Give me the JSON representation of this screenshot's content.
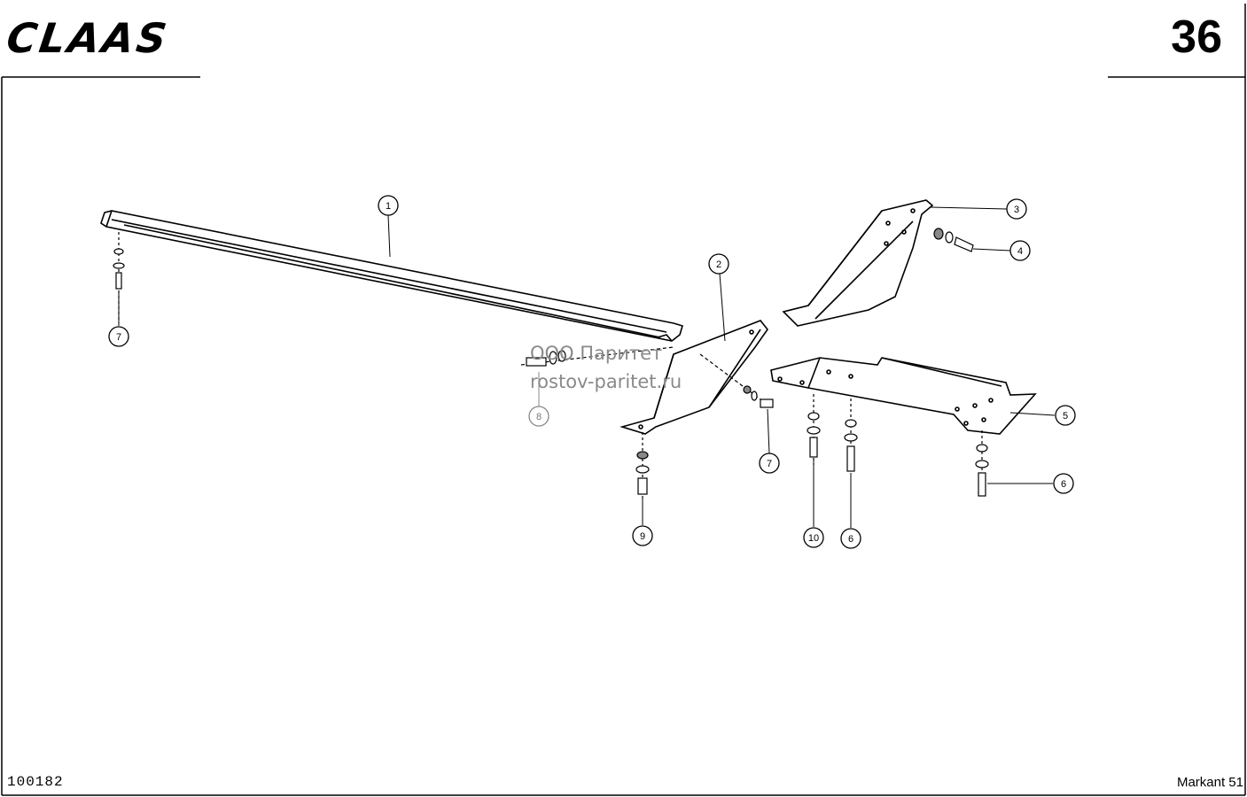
{
  "header": {
    "brand": "CLAAS",
    "page_number": "36"
  },
  "footer": {
    "drawing_code": "100182",
    "model": "Markant 51"
  },
  "watermark": {
    "line1": "ООО Паритет",
    "line2": "rostov-paritet.ru"
  },
  "callouts": [
    {
      "id": "callout-1",
      "label": "1"
    },
    {
      "id": "callout-2",
      "label": "2"
    },
    {
      "id": "callout-3",
      "label": "3"
    },
    {
      "id": "callout-4",
      "label": "4"
    },
    {
      "id": "callout-5",
      "label": "5"
    },
    {
      "id": "callout-6a",
      "label": "6"
    },
    {
      "id": "callout-6b",
      "label": "6"
    },
    {
      "id": "callout-7a",
      "label": "7"
    },
    {
      "id": "callout-7b",
      "label": "7"
    },
    {
      "id": "callout-8",
      "label": "8"
    },
    {
      "id": "callout-9",
      "label": "9"
    },
    {
      "id": "callout-10",
      "label": "10"
    }
  ]
}
